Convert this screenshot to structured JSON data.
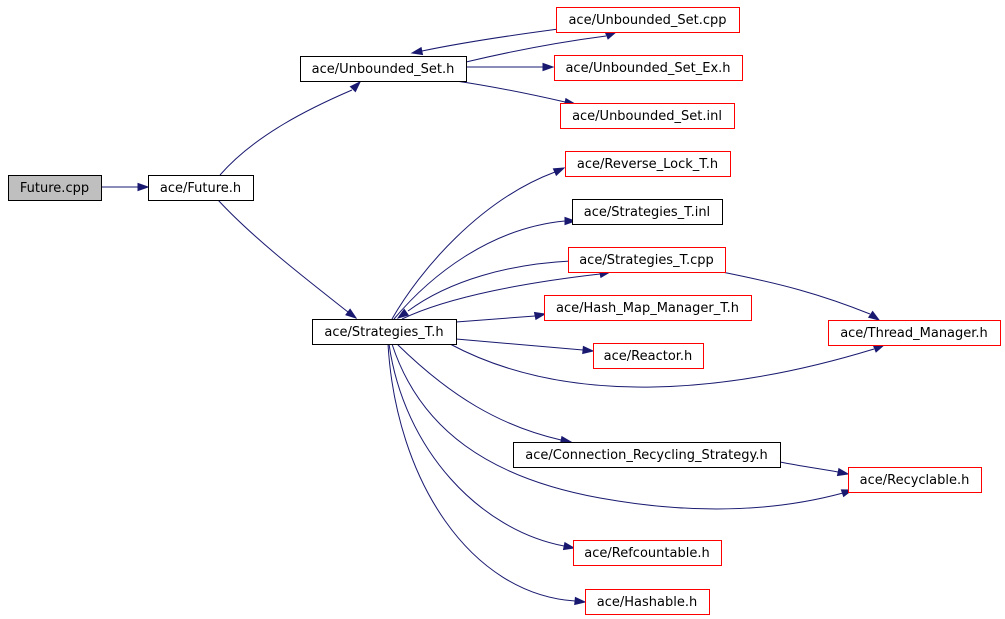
{
  "colors": {
    "edge": "#191970",
    "documented_border": "#000000",
    "undocumented_border": "#ff0000",
    "root_fill": "#bfbfbf",
    "node_fill": "#ffffff"
  },
  "nodes": [
    {
      "id": "future_cpp",
      "label": "Future.cpp",
      "style": "root"
    },
    {
      "id": "future_h",
      "label": "ace/Future.h",
      "style": "documented"
    },
    {
      "id": "unbounded_set_h",
      "label": "ace/Unbounded_Set.h",
      "style": "documented"
    },
    {
      "id": "unbounded_set_cpp",
      "label": "ace/Unbounded_Set.cpp",
      "style": "undocumented"
    },
    {
      "id": "unbounded_set_ex_h",
      "label": "ace/Unbounded_Set_Ex.h",
      "style": "undocumented"
    },
    {
      "id": "unbounded_set_inl",
      "label": "ace/Unbounded_Set.inl",
      "style": "undocumented"
    },
    {
      "id": "strategies_t_h",
      "label": "ace/Strategies_T.h",
      "style": "documented"
    },
    {
      "id": "reverse_lock_t_h",
      "label": "ace/Reverse_Lock_T.h",
      "style": "undocumented"
    },
    {
      "id": "strategies_t_inl",
      "label": "ace/Strategies_T.inl",
      "style": "documented"
    },
    {
      "id": "strategies_t_cpp",
      "label": "ace/Strategies_T.cpp",
      "style": "undocumented"
    },
    {
      "id": "hash_map_manager_t_h",
      "label": "ace/Hash_Map_Manager_T.h",
      "style": "undocumented"
    },
    {
      "id": "thread_manager_h",
      "label": "ace/Thread_Manager.h",
      "style": "undocumented"
    },
    {
      "id": "reactor_h",
      "label": "ace/Reactor.h",
      "style": "undocumented"
    },
    {
      "id": "connection_recycling_strategy_h",
      "label": "ace/Connection_Recycling_Strategy.h",
      "style": "documented"
    },
    {
      "id": "recyclable_h",
      "label": "ace/Recyclable.h",
      "style": "undocumented"
    },
    {
      "id": "refcountable_h",
      "label": "ace/Refcountable.h",
      "style": "undocumented"
    },
    {
      "id": "hashable_h",
      "label": "ace/Hashable.h",
      "style": "undocumented"
    }
  ],
  "edges": [
    {
      "from": "future_cpp",
      "to": "future_h"
    },
    {
      "from": "future_h",
      "to": "unbounded_set_h"
    },
    {
      "from": "future_h",
      "to": "strategies_t_h"
    },
    {
      "from": "unbounded_set_h",
      "to": "unbounded_set_cpp"
    },
    {
      "from": "unbounded_set_cpp",
      "to": "unbounded_set_h"
    },
    {
      "from": "unbounded_set_h",
      "to": "unbounded_set_ex_h"
    },
    {
      "from": "unbounded_set_h",
      "to": "unbounded_set_inl"
    },
    {
      "from": "strategies_t_h",
      "to": "reverse_lock_t_h"
    },
    {
      "from": "strategies_t_h",
      "to": "strategies_t_inl"
    },
    {
      "from": "strategies_t_h",
      "to": "strategies_t_cpp"
    },
    {
      "from": "strategies_t_cpp",
      "to": "strategies_t_h"
    },
    {
      "from": "strategies_t_cpp",
      "to": "thread_manager_h"
    },
    {
      "from": "strategies_t_h",
      "to": "hash_map_manager_t_h"
    },
    {
      "from": "strategies_t_h",
      "to": "reactor_h"
    },
    {
      "from": "strategies_t_h",
      "to": "thread_manager_h"
    },
    {
      "from": "strategies_t_h",
      "to": "connection_recycling_strategy_h"
    },
    {
      "from": "strategies_t_h",
      "to": "recyclable_h"
    },
    {
      "from": "connection_recycling_strategy_h",
      "to": "recyclable_h"
    },
    {
      "from": "strategies_t_h",
      "to": "refcountable_h"
    },
    {
      "from": "strategies_t_h",
      "to": "hashable_h"
    }
  ]
}
